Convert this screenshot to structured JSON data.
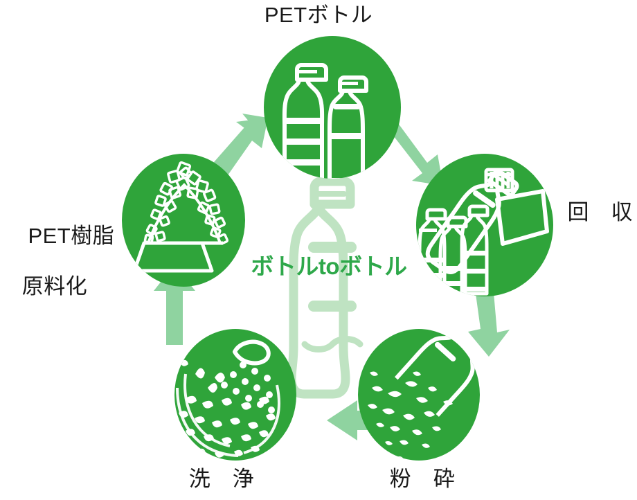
{
  "diagram": {
    "title_center": "ボトルtoボトル",
    "colors": {
      "circle_green": "#2FA43A",
      "arrow_green": "#8FD3A0",
      "watermark_green": "#BFE3C2",
      "icon_white": "#FFFFFF",
      "label_black": "#1A1A1A",
      "center_text_green": "#2EA84A",
      "background": "#FFFFFF"
    },
    "stages": [
      {
        "id": "pet-bottle",
        "label": "PETボトル",
        "icon": "two-pet-bottles-icon",
        "position": "top"
      },
      {
        "id": "collection",
        "label": "回　収",
        "icon": "bottle-collection-bag-icon",
        "position": "right"
      },
      {
        "id": "crushing",
        "label": "粉　砕",
        "icon": "bottle-crushed-flakes-icon",
        "position": "bottom-right"
      },
      {
        "id": "washing",
        "label": "洗　浄",
        "icon": "flakes-washing-shower-icon",
        "position": "bottom-left"
      },
      {
        "id": "resin",
        "label_line1": "PET樹脂",
        "label_line2": "原料化",
        "icon": "pellet-pile-tray-icon",
        "position": "left"
      }
    ],
    "arrows": [
      {
        "id": "arrow-pet-to-collection",
        "direction": "down-right"
      },
      {
        "id": "arrow-collection-to-crushing",
        "direction": "down"
      },
      {
        "id": "arrow-crushing-to-washing",
        "direction": "left"
      },
      {
        "id": "arrow-washing-to-resin",
        "direction": "up"
      },
      {
        "id": "arrow-resin-to-pet",
        "direction": "up-right"
      }
    ],
    "watermark": {
      "id": "center-bottle-watermark",
      "icon": "pet-bottle-outline-icon"
    }
  }
}
